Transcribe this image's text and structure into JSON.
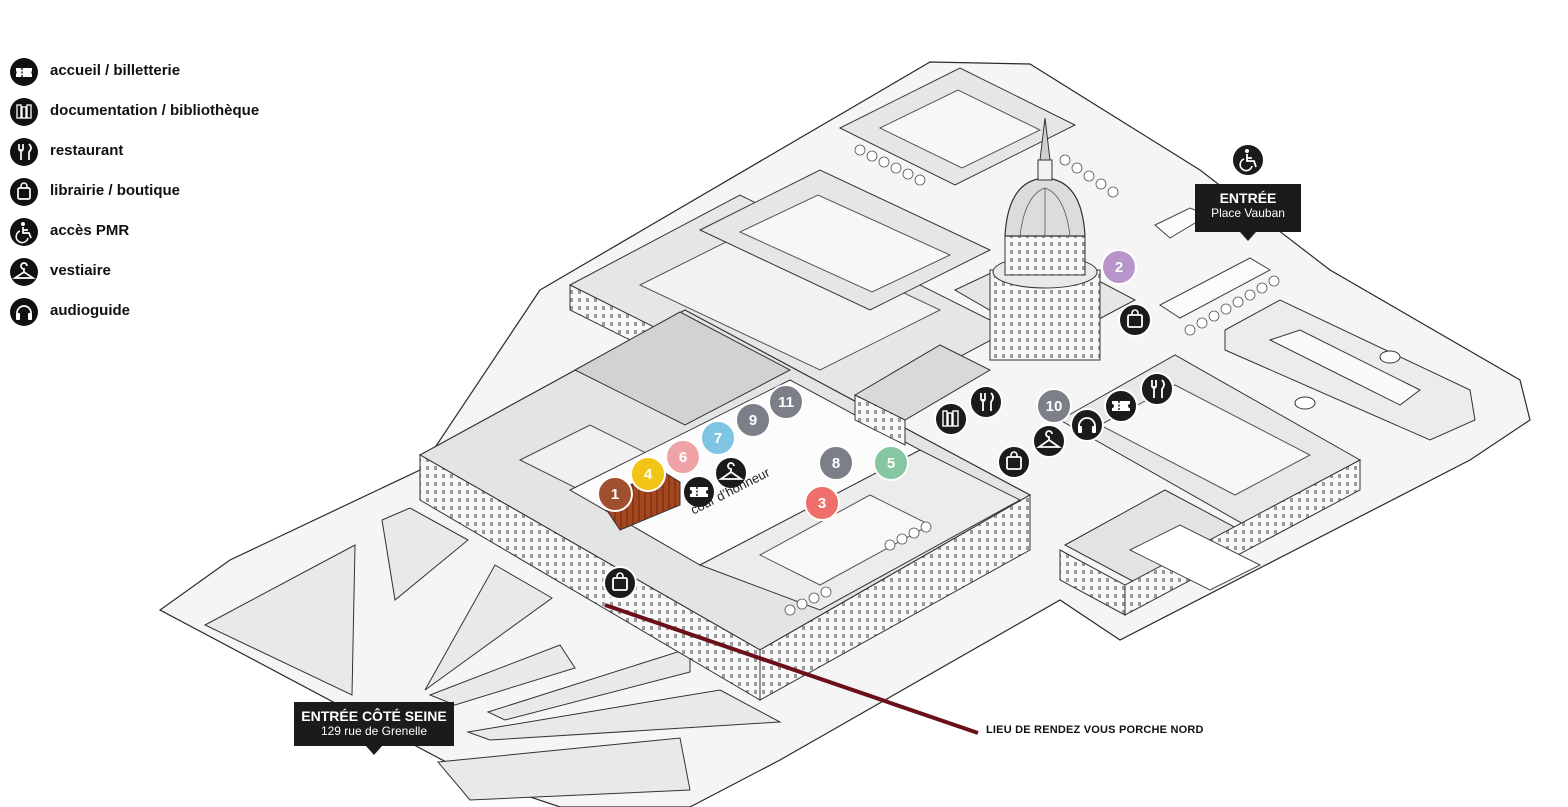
{
  "legend": {
    "items": [
      {
        "icon": "ticket-icon",
        "label": "accueil / billetterie"
      },
      {
        "icon": "books-icon",
        "label": "documentation / bibliothèque"
      },
      {
        "icon": "fork-knife-icon",
        "label": "restaurant"
      },
      {
        "icon": "shopping-bag-icon",
        "label": "librairie / boutique"
      },
      {
        "icon": "wheelchair-icon",
        "label": "accès PMR"
      },
      {
        "icon": "hanger-icon",
        "label": "vestiaire"
      },
      {
        "icon": "headphones-icon",
        "label": "audioguide"
      }
    ]
  },
  "entries": {
    "vauban": {
      "title": "ENTRÉE",
      "subtitle": "Place Vauban"
    },
    "seine": {
      "title": "ENTRÉE CÔTÉ SEINE",
      "subtitle": "129 rue de Grenelle"
    }
  },
  "labels": {
    "court": "cour d’honneur",
    "meeting_point": "LIEU DE RENDEZ VOUS PORCHE NORD"
  },
  "markers": [
    {
      "num": "1",
      "color": "#a0502e"
    },
    {
      "num": "2",
      "color": "#b794c9"
    },
    {
      "num": "3",
      "color": "#ef6f6a"
    },
    {
      "num": "4",
      "color": "#f2c416"
    },
    {
      "num": "5",
      "color": "#86c6a0"
    },
    {
      "num": "6",
      "color": "#f0a3a6"
    },
    {
      "num": "7",
      "color": "#7ec4e3"
    },
    {
      "num": "8",
      "color": "#7c7f87"
    },
    {
      "num": "9",
      "color": "#7c7f87"
    },
    {
      "num": "10",
      "color": "#7c7f87"
    },
    {
      "num": "11",
      "color": "#7c7f87"
    }
  ],
  "colors": {
    "accent_line": "#6b0f1a",
    "building_roof": "#e4e4e4",
    "building_wall": "#bdbdbd",
    "ground": "#f4f4f4",
    "icon_badge": "#1b1b1b"
  }
}
